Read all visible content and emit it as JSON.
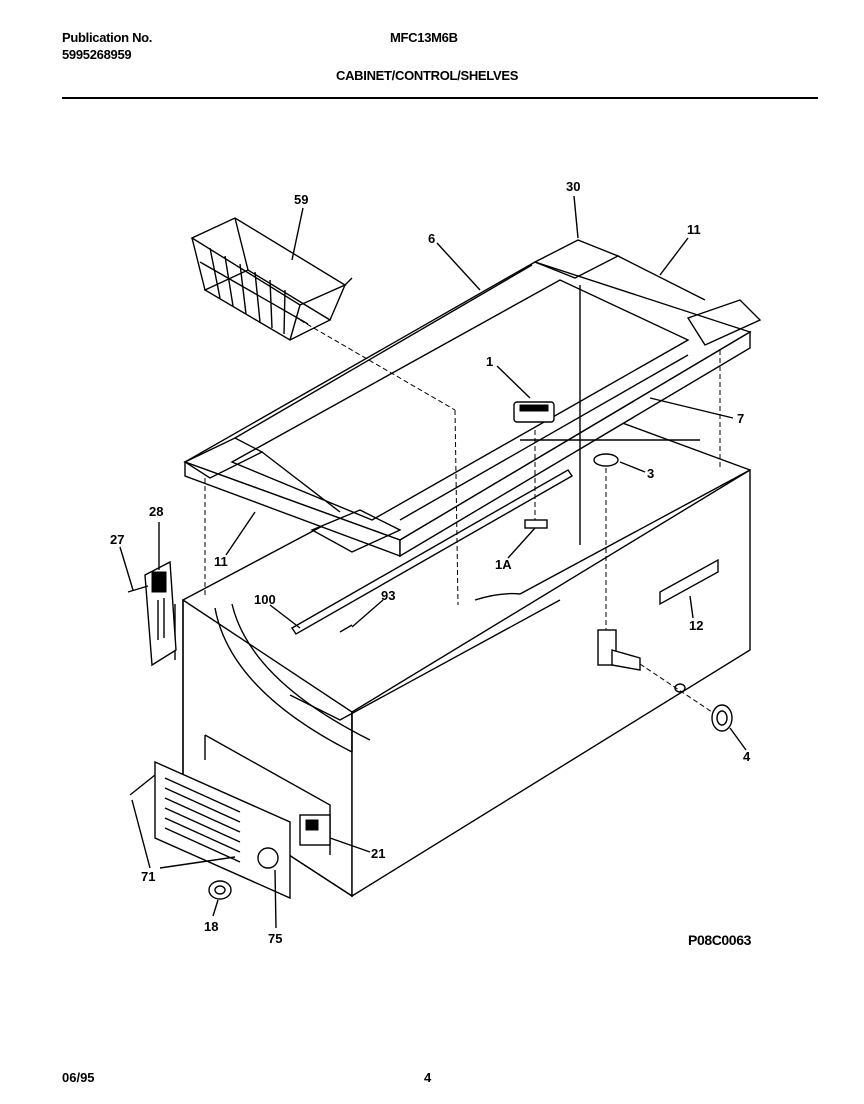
{
  "header": {
    "publication_label": "Publication No.",
    "publication_number": "5995268959",
    "model": "MFC13M6B",
    "section_title": "CABINET/CONTROL/SHELVES"
  },
  "callouts": {
    "c59": "59",
    "c6": "6",
    "c30": "30",
    "c11_top": "11",
    "c1": "1",
    "c7": "7",
    "c3": "3",
    "c28": "28",
    "c27": "27",
    "c11_left": "11",
    "c1A": "1A",
    "c100": "100",
    "c93": "93",
    "c12": "12",
    "c4": "4",
    "c21": "21",
    "c71": "71",
    "c18": "18",
    "c75": "75"
  },
  "reference_code": "P08C0063",
  "footer": {
    "date": "06/95",
    "page": "4"
  }
}
